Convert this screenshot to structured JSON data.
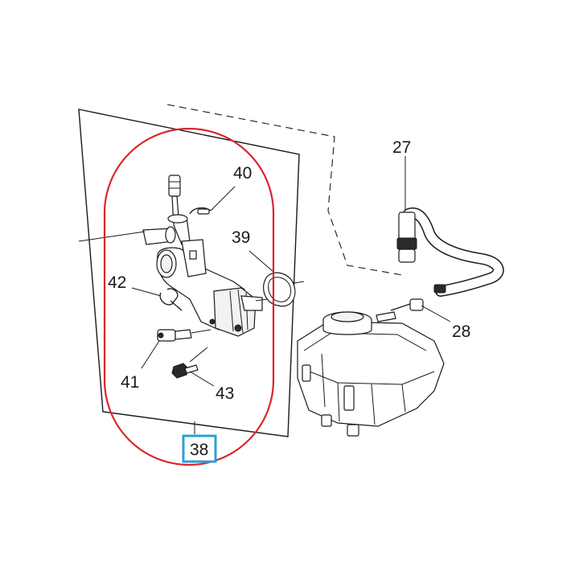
{
  "diagram": {
    "highlight_color": "#d9262c",
    "box_color": "#2aa0d6",
    "callouts": {
      "c27": "27",
      "c28": "28",
      "c38": "38",
      "c39": "39",
      "c40": "40",
      "c41": "41",
      "c42": "42",
      "c43": "43"
    },
    "parts": {
      "p27": "coolant-hose-icon",
      "p28": "hose-clamp-icon",
      "p38": "thermostat-housing-icon",
      "p39": "gasket-seal-icon",
      "p40": "retaining-clip-icon",
      "p41": "temperature-sensor-icon",
      "p42": "spring-clip-icon",
      "p43": "bolt-icon",
      "reservoir": "coolant-reservoir-icon"
    }
  }
}
